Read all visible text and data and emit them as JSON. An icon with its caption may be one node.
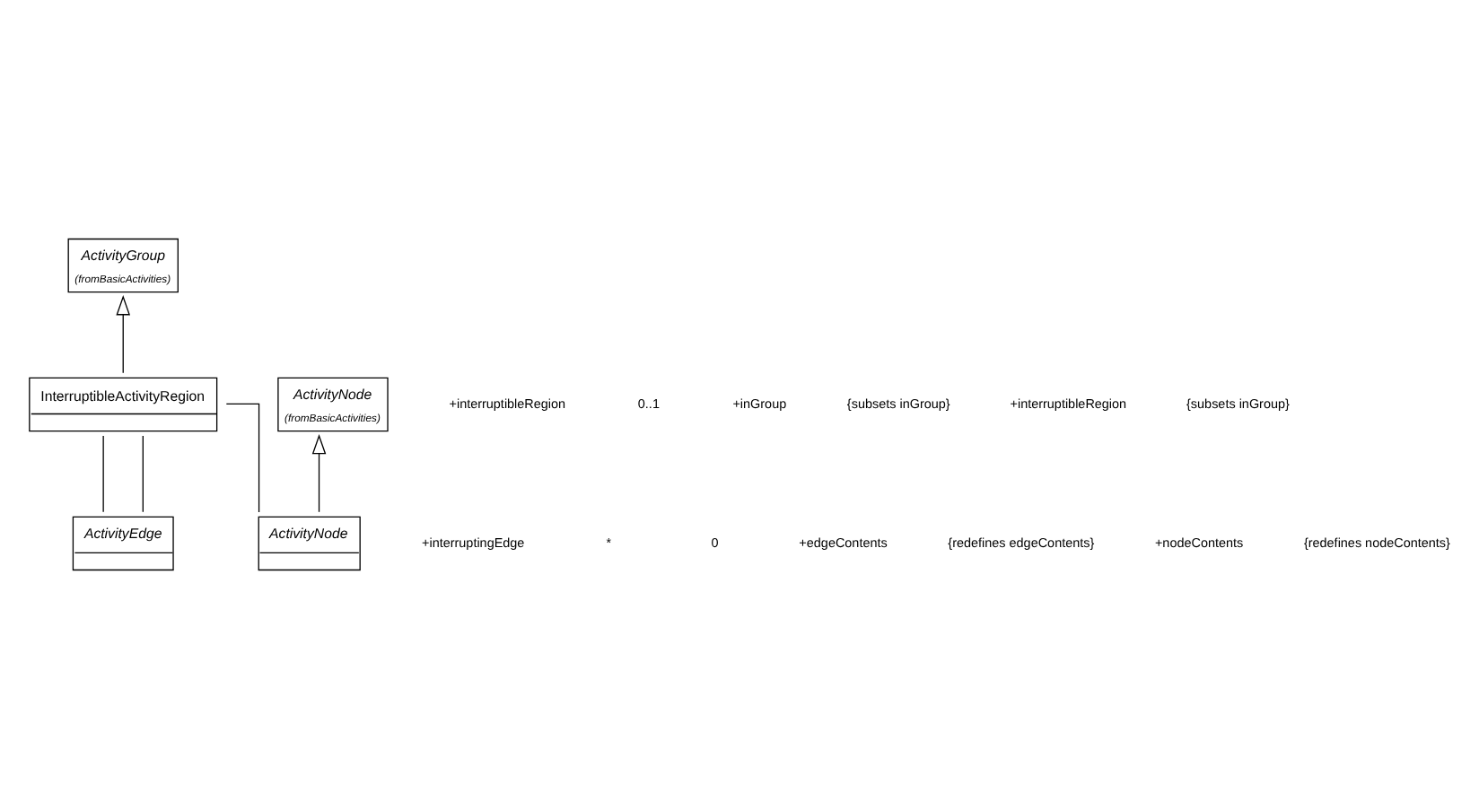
{
  "diagram": {
    "nodes": [
      {
        "text": [
          "ActivityGroup",
          "(fromBasicActivities)"
        ]
      },
      {
        "text": [
          "InterruptibleActivityRegion"
        ]
      },
      {
        "text": [
          "ActivityNode",
          "(fromBasicActivities)"
        ]
      },
      {
        "text": [
          "ActivityEdge"
        ]
      },
      {
        "text": [
          "ActivityNode"
        ]
      }
    ],
    "edges": [
      {
        "from": 1,
        "to": 0,
        "arrow": "to"
      },
      {
        "from": 4,
        "to": 2,
        "arrow": "to"
      },
      {
        "from": 3,
        "to": 1,
        "arrow": "none"
      },
      {
        "from": 3,
        "to": 1,
        "arrow": "none"
      },
      {
        "from": 4,
        "to": 1,
        "arrow": "none"
      }
    ],
    "labels": [
      "+interruptibleRegion",
      "0..1",
      "+inGroup",
      "{subsets inGroup}",
      "+interruptibleRegion",
      "{subsets inGroup}",
      "+interruptingEdge",
      "*",
      "0",
      "+edgeContents",
      "{redefines edgeContents}",
      "+nodeContents",
      "{redefines nodeContents}"
    ]
  }
}
